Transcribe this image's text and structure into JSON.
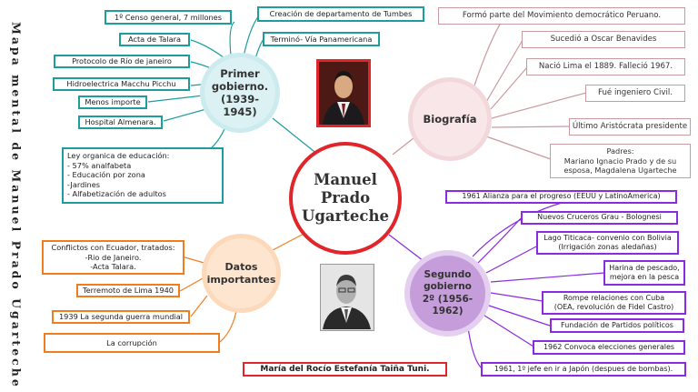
{
  "side_title": "Mapa mental de Manuel Prado Ugarteche",
  "center": "Manuel\nPrado\nUgarteche",
  "branches": {
    "primer": {
      "title": "Primer\ngobierno.\n(1939-\n1945)",
      "items": [
        "1º Censo general, 7 millones",
        "Acta de Talara",
        "Protocolo de Río de janeiro",
        "Hidroelectrica Macchu Picchu",
        "Menos importe",
        "Hospital Almenara.",
        "Creación de departamento de Tumbes",
        "Terminó- Vía Panamericana"
      ],
      "education": "Ley organica de educación:\n- 57% analfabeta\n- Educación por zona\n-Jardines\n- Alfabetización de adultos"
    },
    "biografia": {
      "title": "Biografía",
      "items": [
        "Formó parte del Movimiento democrático Peruano.",
        "Sucedió a Oscar Benavides",
        "Nació Lima el 1889. Falleció 1967.",
        "Fué ingeniero Civil.",
        "Último Aristócrata presidente",
        "Padres:\nMariano Ignacio Prado y de su\nesposa, Magdalena Ugarteche"
      ]
    },
    "datos": {
      "title": "Datos\nimportantes",
      "items": [
        "Conflictos con Ecuador, tratados:\n-Rio de Janeiro.\n-Acta Talara.",
        "Terremoto de Lima 1940",
        "1939 La segunda guerra mundial",
        "La corrupción"
      ]
    },
    "segundo": {
      "title": "Segundo\ngobierno\n2º (1956-\n1962)",
      "items": [
        "1961 Alianza para el progreso (EEUU y LatinoAmerica)",
        "Nuevos Cruceros Grau - Bolognesi",
        "Lago Titicaca- convenio con Bolivia\n(Irrigación zonas aledañas)",
        "Harina de pescado,\nmejora en la pesca",
        "Rompe relaciones con Cuba\n(OEA, revolución de Fidel Castro)",
        "Fundación de Partidos políticos",
        "1962 Convoca elecciones generales",
        "1961, 1º jefe en ir a Japón (despues de bombas)."
      ]
    }
  },
  "author": "María del Rocío Estefanía Taiña Tuni.",
  "colors": {
    "center": "#e0262a",
    "primer": "#1f9d9e",
    "biografia": "#c99aa0",
    "datos": "#f07d20",
    "segundo": "#8a2be2"
  },
  "images": [
    "portrait-photo-color",
    "portrait-photo-bw"
  ]
}
